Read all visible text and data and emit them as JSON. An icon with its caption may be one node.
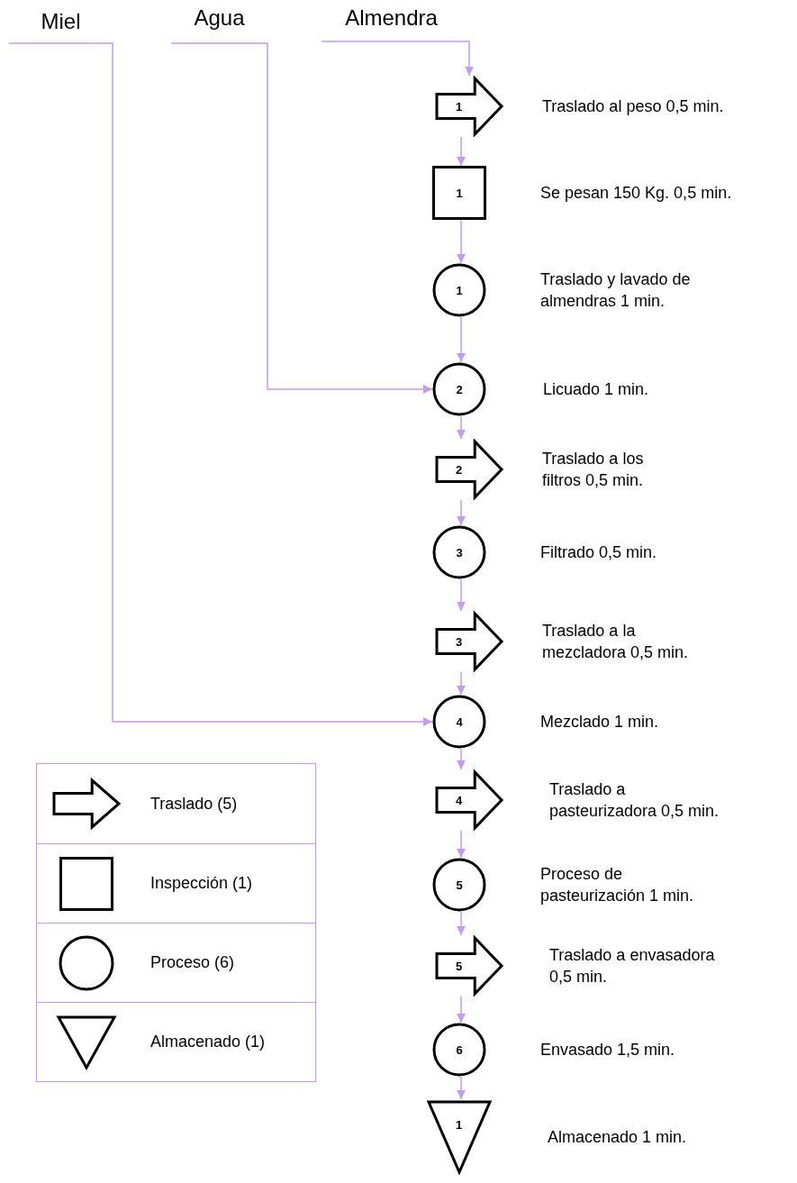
{
  "diagram": {
    "nodes": [
      {
        "text": [
          "Miel"
        ]
      },
      {
        "text": [
          "Agua"
        ]
      },
      {
        "text": [
          "Almendra"
        ]
      },
      {
        "text": [
          "1"
        ],
        "beside": [
          "Traslado al peso 0,5 min."
        ]
      },
      {
        "text": [
          "1"
        ],
        "beside": [
          "Se pesan 150 Kg. 0,5 min."
        ]
      },
      {
        "text": [
          "1"
        ],
        "beside": [
          "Traslado y lavado de almendras 1 min."
        ]
      },
      {
        "text": [
          "2"
        ],
        "beside": [
          "Licuado 1 min."
        ]
      },
      {
        "text": [
          "2"
        ],
        "beside": [
          "Traslado a los filtros 0,5 min."
        ]
      },
      {
        "text": [
          "3"
        ],
        "beside": [
          "Filtrado 0,5 min."
        ]
      },
      {
        "text": [
          "3"
        ],
        "beside": [
          "Traslado a la mezcladora 0,5 min."
        ]
      },
      {
        "text": [
          "4"
        ],
        "beside": [
          "Mezclado 1 min."
        ]
      },
      {
        "text": [
          "4"
        ],
        "beside": [
          "Traslado a pasteurizadora 0,5 min."
        ]
      },
      {
        "text": [
          "5"
        ],
        "beside": [
          "Proceso de pasteurización 1 min."
        ]
      },
      {
        "text": [
          "5"
        ],
        "beside": [
          "Traslado a envasadora 0,5 min."
        ]
      },
      {
        "text": [
          "6"
        ],
        "beside": [
          "Envasado 1,5 min."
        ]
      },
      {
        "text": [
          "1"
        ],
        "beside": [
          "Almacenado 1 min."
        ]
      }
    ],
    "edges": [
      {
        "from": 2,
        "to": 3,
        "arrow": "to"
      },
      {
        "from": 3,
        "to": 4,
        "arrow": "to"
      },
      {
        "from": 4,
        "to": 5,
        "arrow": "to"
      },
      {
        "from": 5,
        "to": 6,
        "arrow": "to"
      },
      {
        "from": 6,
        "to": 7,
        "arrow": "to"
      },
      {
        "from": 7,
        "to": 8,
        "arrow": "to"
      },
      {
        "from": 8,
        "to": 9,
        "arrow": "to"
      },
      {
        "from": 9,
        "to": 10,
        "arrow": "to"
      },
      {
        "from": 10,
        "to": 11,
        "arrow": "to"
      },
      {
        "from": 11,
        "to": 12,
        "arrow": "to"
      },
      {
        "from": 12,
        "to": 13,
        "arrow": "to"
      },
      {
        "from": 13,
        "to": 14,
        "arrow": "to"
      },
      {
        "from": 14,
        "to": 15,
        "arrow": "to"
      },
      {
        "from": 1,
        "to": 6,
        "arrow": "to"
      },
      {
        "from": 0,
        "to": 10,
        "arrow": "to"
      }
    ],
    "legend": [
      {
        "text": "Traslado (5)"
      },
      {
        "text": "Inspección (1)"
      },
      {
        "text": "Proceso (6)"
      },
      {
        "text": "Almacenado (1)"
      }
    ]
  }
}
